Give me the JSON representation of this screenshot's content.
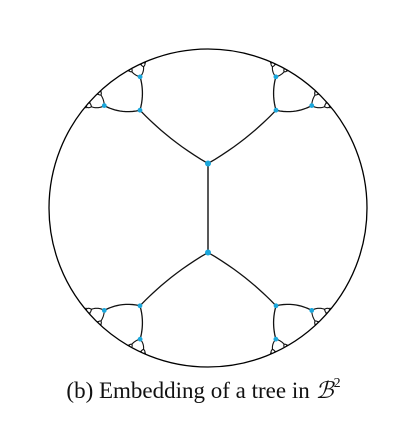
{
  "figure": {
    "caption_prefix": "(b) Embedding of a tree in ",
    "caption_space": "ℬ",
    "caption_exponent": "2"
  },
  "colors": {
    "boundary": "#000000",
    "edge": "#111111",
    "node": "#1aa7dc"
  }
}
